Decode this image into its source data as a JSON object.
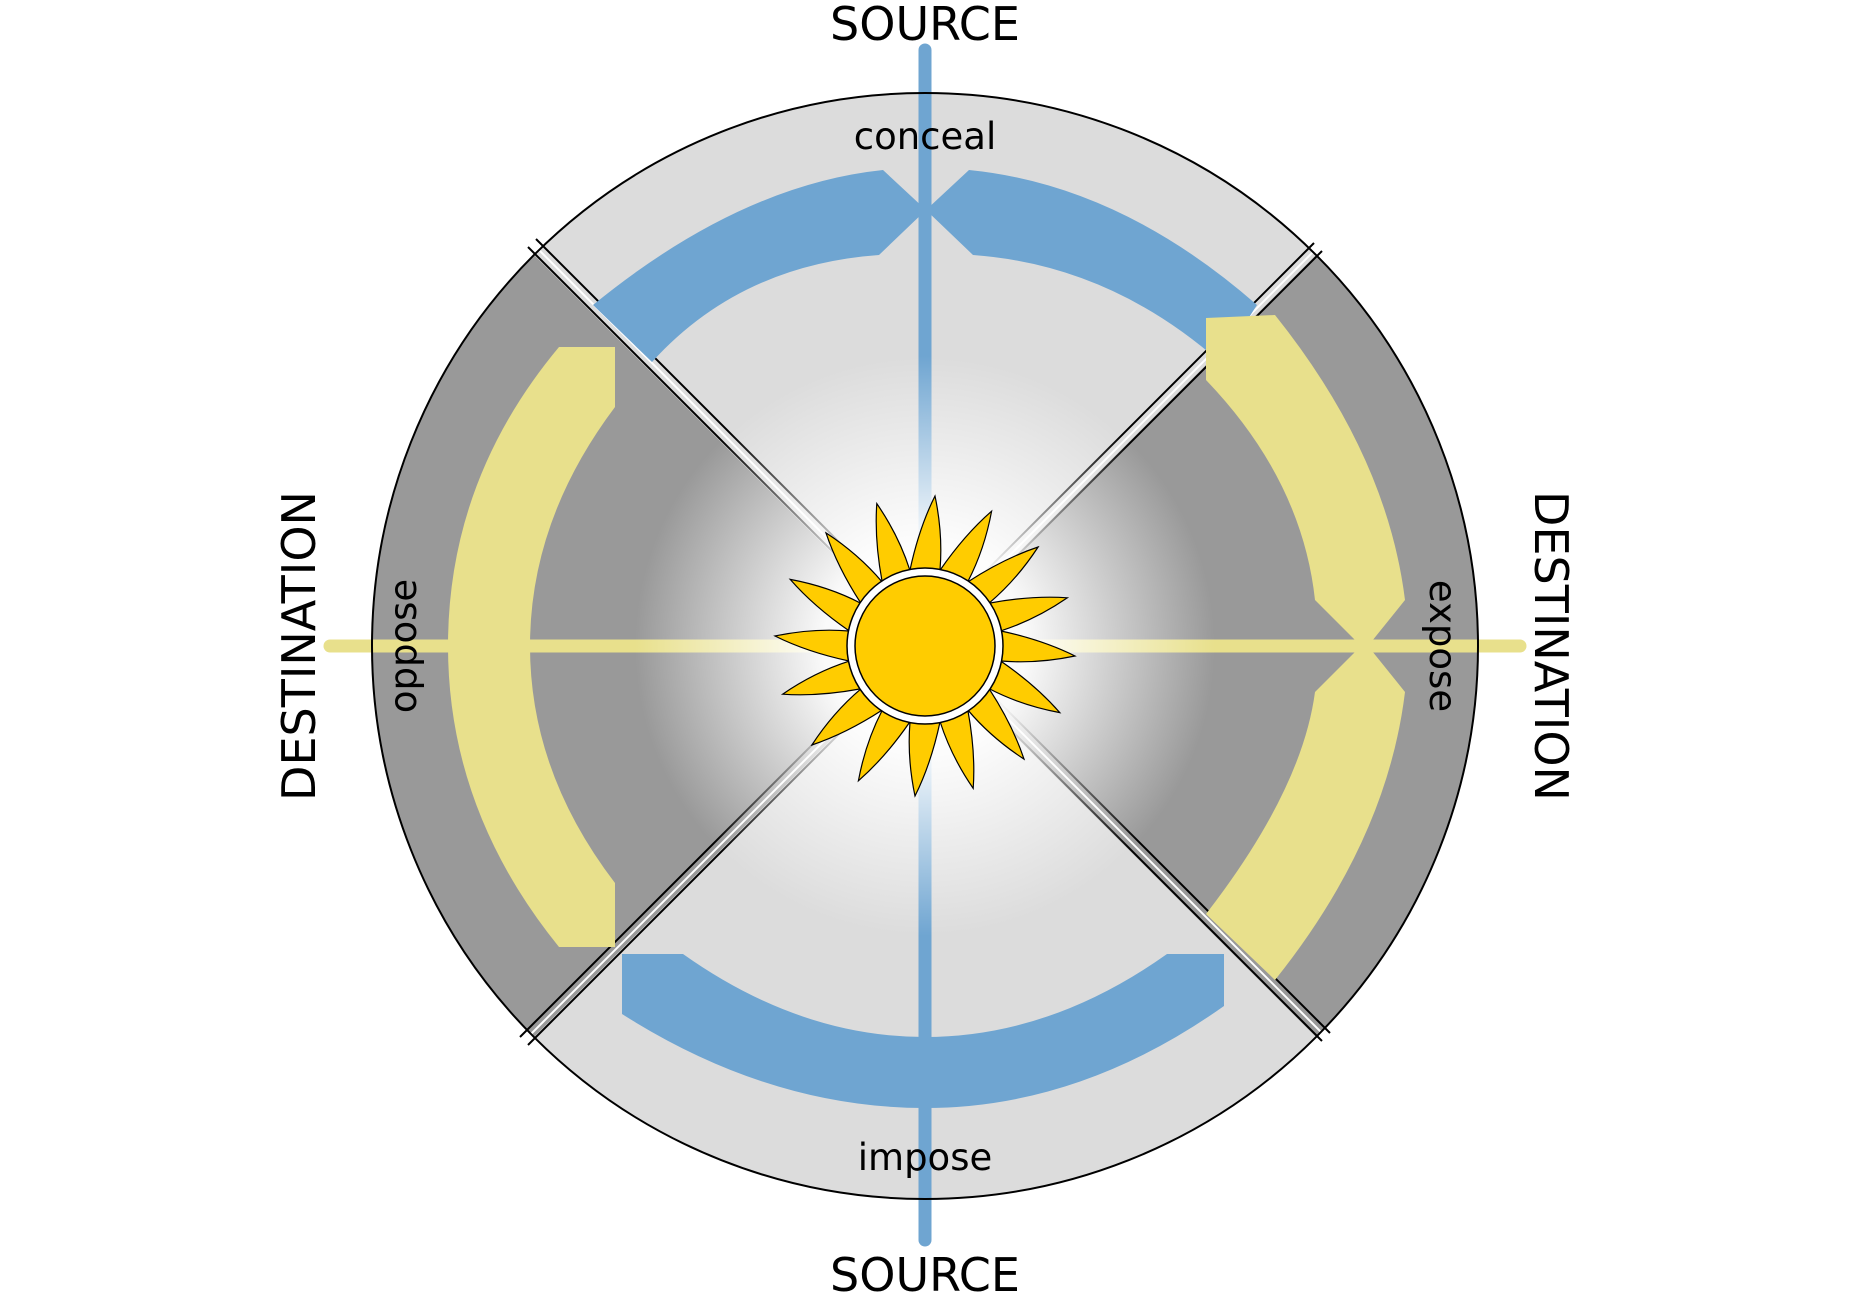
{
  "labels": {
    "source_top": "SOURCE",
    "source_bottom": "SOURCE",
    "destination_left": "DESTINATION",
    "destination_right": "DESTINATION",
    "conceal": "conceal",
    "expose": "expose",
    "impose": "impose",
    "oppose": "oppose"
  },
  "colors": {
    "source_axis": "#6fa5d1",
    "destination_axis": "#e8e08c",
    "source_sector": "#dcdcdc",
    "destination_sector": "#999999",
    "sun_core": "#ffcc00",
    "outline": "#000000"
  },
  "icons": {
    "center": "sun-icon"
  }
}
